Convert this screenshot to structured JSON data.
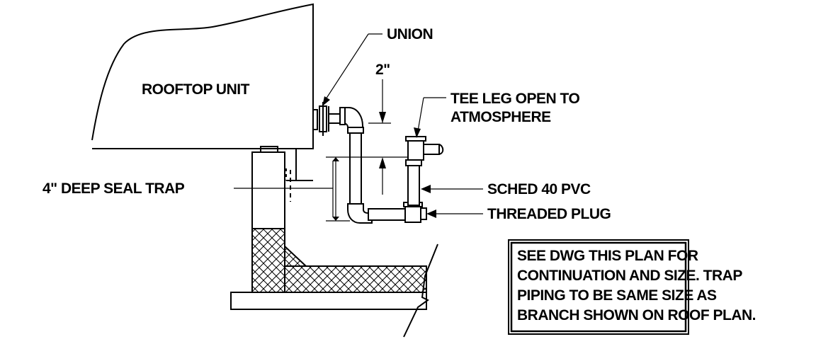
{
  "labels": {
    "rooftop_unit": "ROOFTOP UNIT",
    "union": "UNION",
    "dimension_2in": "2\"",
    "tee_leg_line1": "TEE LEG OPEN TO",
    "tee_leg_line2": "ATMOSPHERE",
    "deep_seal_trap": "4\" DEEP SEAL TRAP",
    "sched_40_pvc": "SCHED 40 PVC",
    "threaded_plug": "THREADED PLUG"
  },
  "note": {
    "line1": "SEE DWG THIS PLAN FOR",
    "line2": "CONTINUATION AND SIZE. TRAP",
    "line3": "PIPING TO BE SAME SIZE AS",
    "line4": "BRANCH SHOWN ON ROOF PLAN."
  },
  "colors": {
    "line": "#000000",
    "background": "#ffffff"
  }
}
